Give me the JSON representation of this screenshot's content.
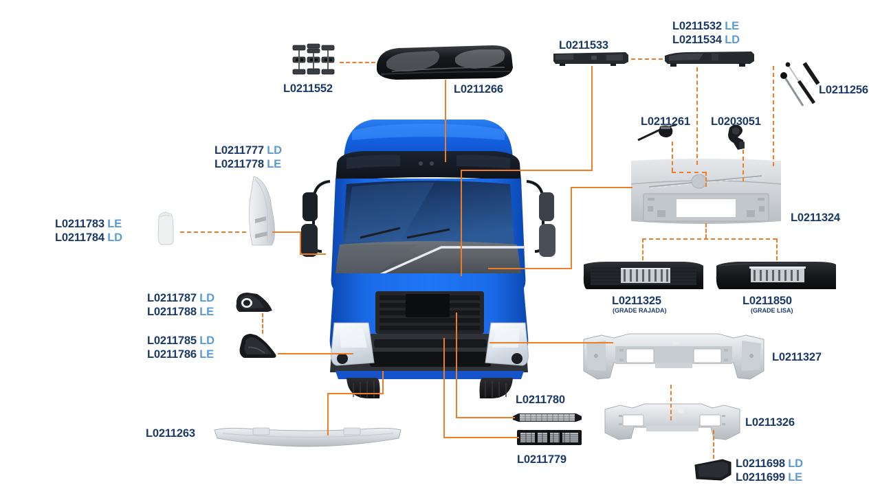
{
  "diagram": {
    "title": "Truck Front End Exploded Parts Diagram",
    "vehicle": "blue cab-over truck, front view",
    "accent_color": "#f07d26",
    "label_color": "#1b3a6b",
    "suffix_color": "#5b9bd5",
    "background": "#ffffff"
  },
  "labels": [
    {
      "id": "l0211552",
      "code": "L0211552",
      "suffix": "",
      "note": ""
    },
    {
      "id": "l0211266",
      "code": "L0211266",
      "suffix": "",
      "note": ""
    },
    {
      "id": "l0211533",
      "code": "L0211533",
      "suffix": "",
      "note": ""
    },
    {
      "id": "l0211532",
      "code": "L0211532",
      "suffix": "LE",
      "note": ""
    },
    {
      "id": "l0211534",
      "code": "L0211534",
      "suffix": "LD",
      "note": ""
    },
    {
      "id": "l0211256",
      "code": "L0211256",
      "suffix": "",
      "note": ""
    },
    {
      "id": "l0211261",
      "code": "L0211261",
      "suffix": "",
      "note": ""
    },
    {
      "id": "l0203051",
      "code": "L0203051",
      "suffix": "",
      "note": ""
    },
    {
      "id": "l0211324",
      "code": "L0211324",
      "suffix": "",
      "note": ""
    },
    {
      "id": "l0211777",
      "code": "L0211777",
      "suffix": "LD",
      "note": ""
    },
    {
      "id": "l0211778",
      "code": "L0211778",
      "suffix": "LE",
      "note": ""
    },
    {
      "id": "l0211783",
      "code": "L0211783",
      "suffix": "LE",
      "note": ""
    },
    {
      "id": "l0211784",
      "code": "L0211784",
      "suffix": "LD",
      "note": ""
    },
    {
      "id": "l0211787",
      "code": "L0211787",
      "suffix": "LD",
      "note": ""
    },
    {
      "id": "l0211788",
      "code": "L0211788",
      "suffix": "LE",
      "note": ""
    },
    {
      "id": "l0211785",
      "code": "L0211785",
      "suffix": "LD",
      "note": ""
    },
    {
      "id": "l0211786",
      "code": "L0211786",
      "suffix": "LE",
      "note": ""
    },
    {
      "id": "l0211325",
      "code": "L0211325",
      "suffix": "",
      "note": "(GRADE RAJADA)"
    },
    {
      "id": "l0211850",
      "code": "L0211850",
      "suffix": "",
      "note": "(GRADE LISA)"
    },
    {
      "id": "l0211327",
      "code": "L0211327",
      "suffix": "",
      "note": ""
    },
    {
      "id": "l0211326",
      "code": "L0211326",
      "suffix": "",
      "note": ""
    },
    {
      "id": "l0211698",
      "code": "L0211698",
      "suffix": "LD",
      "note": ""
    },
    {
      "id": "l0211699",
      "code": "L0211699",
      "suffix": "LE",
      "note": ""
    },
    {
      "id": "l0211263",
      "code": "L0211263",
      "suffix": "",
      "note": ""
    },
    {
      "id": "l0211780",
      "code": "L0211780",
      "suffix": "",
      "note": ""
    },
    {
      "id": "l0211779",
      "code": "L0211779",
      "suffix": "",
      "note": ""
    }
  ],
  "text": {
    "l0211552": "L0211552",
    "l0211266": "L0211266",
    "l0211533": "L0211533",
    "l0211532": "L0211532",
    "l0211532_sfx": "LE",
    "l0211534": "L0211534",
    "l0211534_sfx": "LD",
    "l0211256": "L0211256",
    "l0211261": "L0211261",
    "l0203051": "L0203051",
    "l0211324": "L0211324",
    "l0211777": "L0211777",
    "l0211777_sfx": "LD",
    "l0211778": "L0211778",
    "l0211778_sfx": "LE",
    "l0211783": "L0211783",
    "l0211783_sfx": "LE",
    "l0211784": "L0211784",
    "l0211784_sfx": "LD",
    "l0211787": "L0211787",
    "l0211787_sfx": "LD",
    "l0211788": "L0211788",
    "l0211788_sfx": "LE",
    "l0211785": "L0211785",
    "l0211785_sfx": "LD",
    "l0211786": "L0211786",
    "l0211786_sfx": "LE",
    "l0211325": "L0211325",
    "l0211325_note": "(GRADE RAJADA)",
    "l0211850": "L0211850",
    "l0211850_note": "(GRADE LISA)",
    "l0211327": "L0211327",
    "l0211326": "L0211326",
    "l0211698": "L0211698",
    "l0211698_sfx": "LD",
    "l0211699": "L0211699",
    "l0211699_sfx": "LE",
    "l0211263": "L0211263",
    "l0211780": "L0211780",
    "l0211779": "L0211779"
  }
}
